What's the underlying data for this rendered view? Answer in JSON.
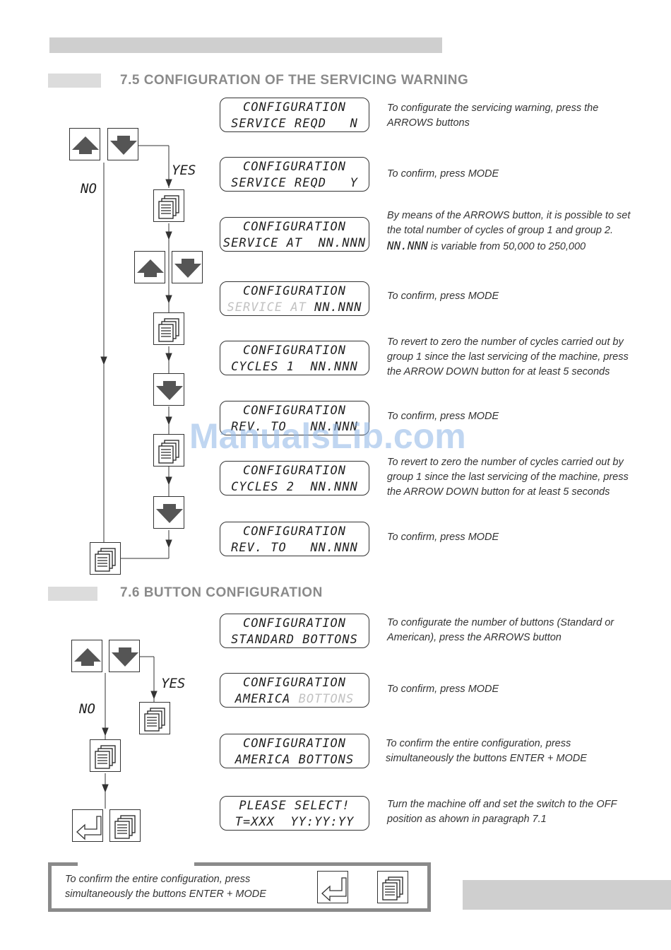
{
  "section_75": {
    "title": "7.5  CONFIGURATION OF THE SERVICING WARNING"
  },
  "section_76": {
    "title": "7.6  BUTTON  CONFIGURATION"
  },
  "flow_labels": {
    "yes": "YES",
    "no": "NO"
  },
  "displays_75": [
    {
      "line1": "CONFIGURATION",
      "line2": "SERVICE REQD   N"
    },
    {
      "line1": "CONFIGURATION",
      "line2": "SERVICE REQD   Y"
    },
    {
      "line1": "CONFIGURATION",
      "line2": "SERVICE AT  NN.NNN"
    },
    {
      "line1": "CONFIGURATION",
      "line2a": "SERVICE AT ",
      "line2b": "NN.NNN"
    },
    {
      "line1": "CONFIGURATION",
      "line2": "CYCLES 1  NN.NNN"
    },
    {
      "line1": "CONFIGURATION",
      "line2": "REV. TO   NN.NNN"
    },
    {
      "line1": "CONFIGURATION",
      "line2": "CYCLES 2  NN.NNN"
    },
    {
      "line1": "CONFIGURATION",
      "line2": "REV. TO   NN.NNN"
    }
  ],
  "descriptions_75": [
    "To configurate the servicing warning, press the ARROWS buttons",
    "To confirm, press MODE",
    "By means of the ARROWS button, it is possible to set the total number of cycles of group 1 and group 2.",
    "To confirm, press MODE",
    "To revert to zero the number of cycles carried out by group 1 since the last servicing of the machine, press the ARROW DOWN button for at least 5 seconds",
    "To confirm, press MODE",
    "To revert to zero the number of cycles carried out by group 1 since the last servicing of the machine, press the ARROW DOWN button for at least 5 seconds",
    "To confirm, press MODE"
  ],
  "description_75_range": {
    "value": "NN.NNN",
    "text": " is variable from 50,000 to 250,000"
  },
  "displays_76": [
    {
      "line1": "CONFIGURATION",
      "line2": "STANDARD BOTTONS"
    },
    {
      "line1": "CONFIGURATION",
      "line2a": "AMERICA ",
      "line2b": "BOTTONS"
    },
    {
      "line1": "CONFIGURATION",
      "line2": "AMERICA BOTTONS"
    },
    {
      "line1": "PLEASE SELECT!",
      "line2": "T=XXX  YY:YY:YY"
    }
  ],
  "descriptions_76": [
    "To configurate the number of buttons (Standard or American), press the ARROWS button",
    "To confirm, press MODE",
    "To confirm the entire configuration, press simultaneously the buttons ENTER + MODE",
    "Turn the machine off and set the switch to the OFF position as ahown in paragraph 7.1"
  ],
  "note": {
    "text": "To confirm the entire configuration, press simultaneously the buttons ENTER + MODE"
  },
  "watermark": "ManualsLib.com",
  "icons": {
    "up": "arrow-up-icon",
    "down": "arrow-down-icon",
    "mode": "mode-pages-icon",
    "enter": "enter-return-icon"
  },
  "colors": {
    "arrow": "#555555",
    "header_bar": "#cfcfcf",
    "title": "#8a8a8a",
    "note_border": "#8a8a8a"
  }
}
